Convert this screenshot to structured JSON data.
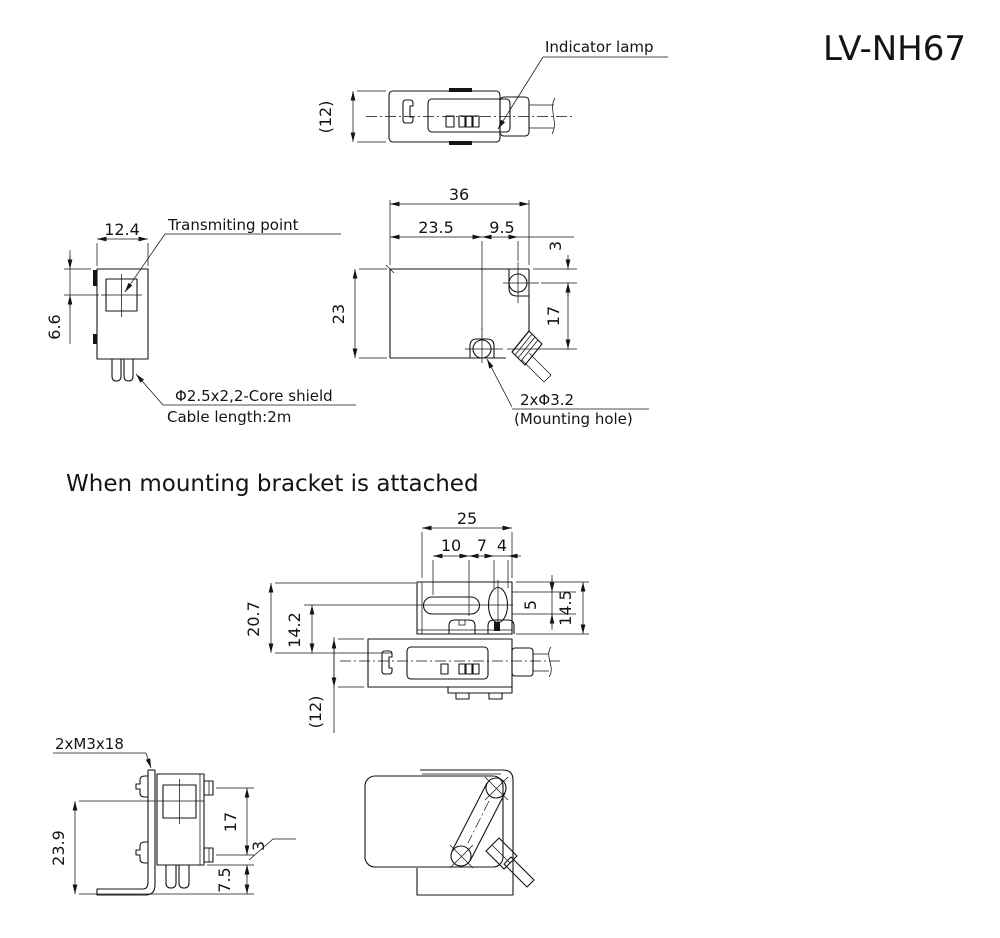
{
  "title": "LV-NH67",
  "section_heading": "When mounting bracket is attached",
  "side_view": {
    "indicator_lamp": "Indicator lamp",
    "dim_height": "(12)"
  },
  "front_view": {
    "transmitting_point": "Transmiting point",
    "cable_spec": "Φ2.5x2,2-Core shield",
    "cable_length": "Cable length:2m",
    "dim_width": "12.4",
    "dim_beam": "6.6"
  },
  "top_view": {
    "dim_width": "36",
    "dim_hole_x1": "23.5",
    "dim_hole_x2": "9.5",
    "dim_edge": "3",
    "dim_height": "23",
    "dim_hole_pitch": "17",
    "hole_size": "2xΦ3.2",
    "hole_name": "(Mounting hole)"
  },
  "bracket_top_view": {
    "dim_width": "25",
    "dim_slot": "10",
    "dim_mid": "7",
    "dim_hole": "4",
    "dim_overall": "20.7",
    "dim_slot_center": "14.2",
    "dim_hole_len": "5",
    "dim_plate": "14.5",
    "dim_body": "(12)"
  },
  "bracket_front_view": {
    "screw_spec": "2xM3x18",
    "dim_overall": "23.9",
    "dim_screw_pitch": "17",
    "dim_edge": "3",
    "dim_foot": "7.5"
  },
  "colors": {
    "ink": "#141414",
    "background": "#ffffff"
  }
}
